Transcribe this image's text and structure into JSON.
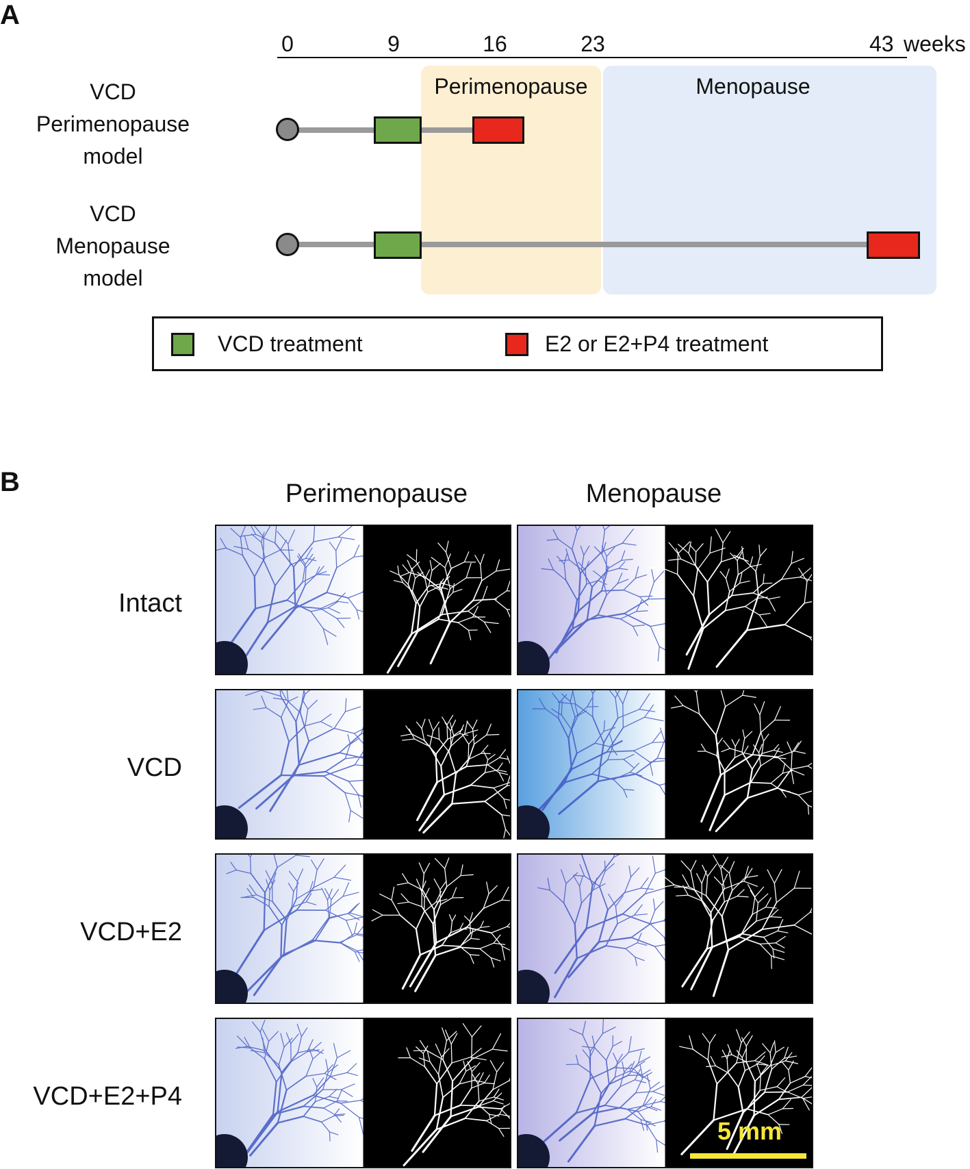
{
  "panel_a": {
    "letter": "A",
    "ticks": [
      "0",
      "9",
      "16",
      "23",
      "43"
    ],
    "unit": "weeks",
    "phase_perimenopause": "Perimenopause",
    "phase_menopause": "Menopause",
    "models": [
      {
        "line1": "VCD",
        "line2": "Perimenopause",
        "line3": "model"
      },
      {
        "line1": "VCD",
        "line2": "Menopause",
        "line3": "model"
      }
    ],
    "legend": {
      "vcd": "VCD treatment",
      "e2": "E2 or E2+P4 treatment"
    },
    "colors": {
      "vcd": "#6ea84a",
      "e2": "#e8281c",
      "peri_bg": "#fdefd2",
      "meno_bg": "#e3ecf8",
      "line": "#9a9a9a",
      "start": "#8a8a8a"
    }
  },
  "panel_b": {
    "letter": "B",
    "columns": [
      "Perimenopause",
      "Menopause"
    ],
    "rows": [
      "Intact",
      "VCD",
      "VCD+E2",
      "VCD+E2+P4"
    ],
    "scale_bar": "5 mm",
    "colors": {
      "stain": "#3a52c0",
      "scale": "#f5e63a"
    }
  }
}
